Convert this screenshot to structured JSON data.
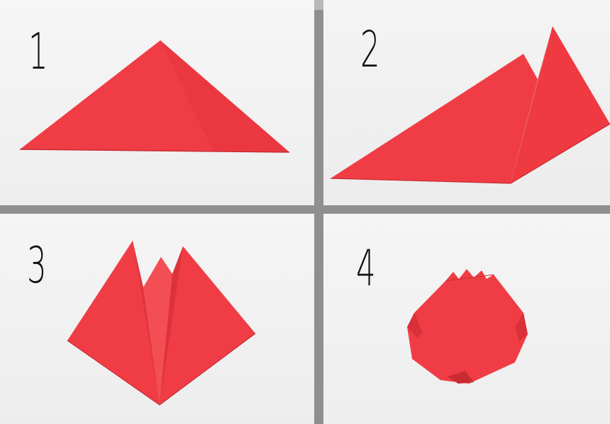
{
  "steps": [
    {
      "number": "1"
    },
    {
      "number": "2"
    },
    {
      "number": "3"
    },
    {
      "number": "4"
    }
  ],
  "colors": {
    "paper": "#f03d45",
    "paper_shadow": "#d9303a",
    "paper_light": "#f45a5f",
    "divider": "#8f8f8f",
    "number": "#111111"
  }
}
